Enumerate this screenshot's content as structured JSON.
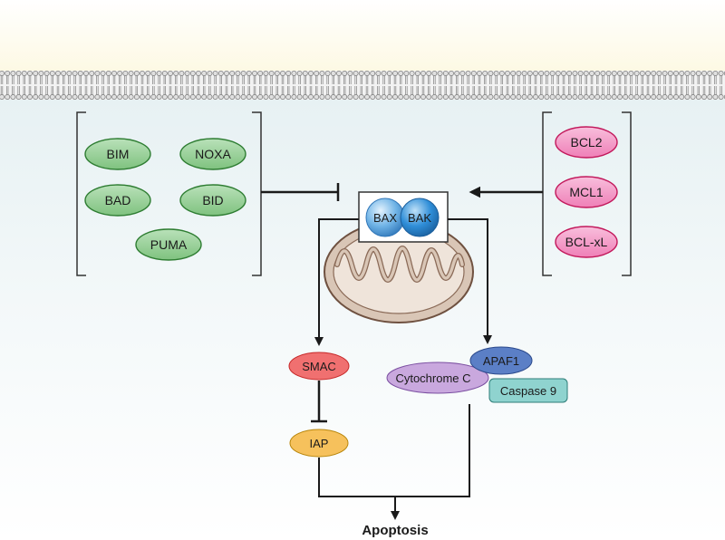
{
  "pro_apoptotic": [
    "BIM",
    "NOXA",
    "BAD",
    "BID",
    "PUMA"
  ],
  "anti_apoptotic": [
    "BCL2",
    "MCL1",
    "BCL-xL"
  ],
  "effectors": [
    "BAX",
    "BAK"
  ],
  "smac": "SMAC",
  "iap": "IAP",
  "cytochrome": "Cytochrome C",
  "apaf1": "APAF1",
  "caspase": "Caspase 9",
  "outcome": "Apoptosis",
  "colors": {
    "pro_fill": "#8fcb8f",
    "pro_stroke": "#2e7d32",
    "anti_fill": "#f48fc3",
    "anti_stroke": "#c2185b",
    "bax_fill": "#6fb3e6",
    "bak_fill": "#2f8ed8",
    "smac_fill": "#f06b6b",
    "iap_fill": "#f6c15c",
    "cyto_fill": "#c7a6dc",
    "apaf_fill": "#5a7fc6",
    "casp_fill": "#8ed2cf",
    "mito_fill": "#d8c4b4",
    "mito_stroke": "#7a5a48"
  }
}
